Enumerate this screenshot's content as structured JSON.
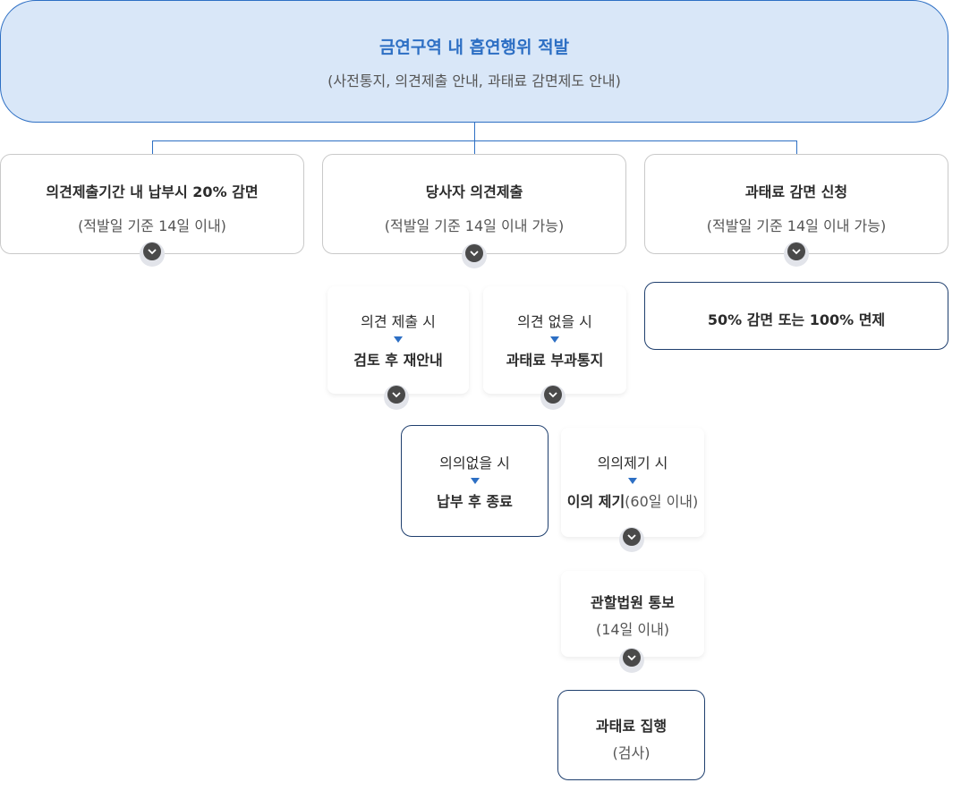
{
  "top": {
    "title": "금연구역 내 흡연행위 적발",
    "subtitle": "(사전통지, 의견제출 안내, 과태료 감면제도 안내)"
  },
  "option1": {
    "title": "의견제출기간 내 납부시 20% 감면",
    "subtitle": "(적발일 기준 14일 이내)"
  },
  "option2": {
    "title": "당사자 의견제출",
    "subtitle": "(적발일 기준 14일 이내 가능)"
  },
  "option3": {
    "title": "과태료 감면 신청",
    "subtitle": "(적발일 기준 14일 이내 가능)"
  },
  "reduction": {
    "text": "50% 감면 또는 100% 면제"
  },
  "review": {
    "condition": "의견 제출 시",
    "result": "검토 후 재안내"
  },
  "noOpinion": {
    "condition": "의견 없을 시",
    "result": "과태료 부과통지"
  },
  "noObjection": {
    "condition": "의의없을 시",
    "result": "납부 후 종료"
  },
  "objection": {
    "condition": "의의제기 시",
    "result_bold": "이의 제기",
    "result_rest": "(60일 이내)"
  },
  "court": {
    "title": "관할법원 통보",
    "subtitle": "(14일 이내)"
  },
  "execution": {
    "title": "과태료 집행",
    "subtitle": "(검사)"
  },
  "colors": {
    "accent": "#2d6fc4",
    "top_bg": "#d9e7f8",
    "box_border_dark": "#1f3f6e",
    "box_border_grey": "#c9c9c9",
    "chevron": "#4a4a4a"
  },
  "icons": [
    "chevron-down-icon",
    "arrow-down-triangle-icon"
  ]
}
